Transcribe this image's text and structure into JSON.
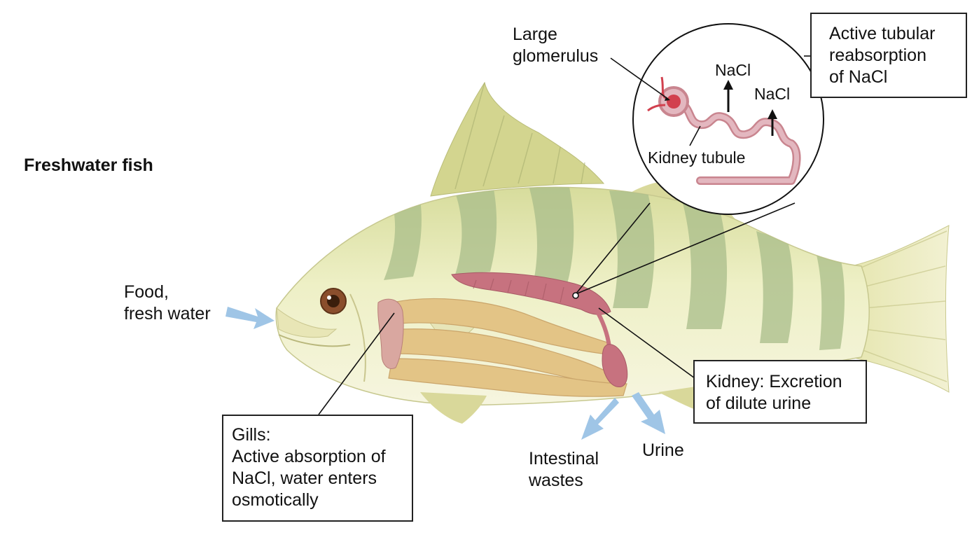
{
  "title": "Freshwater fish",
  "labels": {
    "food": [
      "Food,",
      "fresh water"
    ],
    "large_glomerulus": [
      "Large",
      "glomerulus"
    ],
    "nacl_1": "NaCl",
    "nacl_2": "NaCl",
    "kidney_tubule": "Kidney tubule",
    "intestinal_wastes": [
      "Intestinal",
      "wastes"
    ],
    "urine": "Urine"
  },
  "boxes": {
    "tubular": [
      "Active tubular",
      "reabsorption",
      "of NaCl"
    ],
    "kidney": [
      "Kidney: Excretion",
      "of dilute urine"
    ],
    "gills": [
      "Gills:",
      "Active absorption of",
      "NaCl, water enters",
      "osmotically"
    ]
  },
  "colors": {
    "body_light": "#efeec4",
    "body_mid": "#dddca0",
    "stripe": "#a9bd8a",
    "fin": "#d9d89a",
    "kidney": "#c7727f",
    "gut": "#e3c486",
    "gill": "#d9a7a0",
    "arrow": "#9fc5e6",
    "tubule": "#d896a4",
    "line": "#111111"
  }
}
